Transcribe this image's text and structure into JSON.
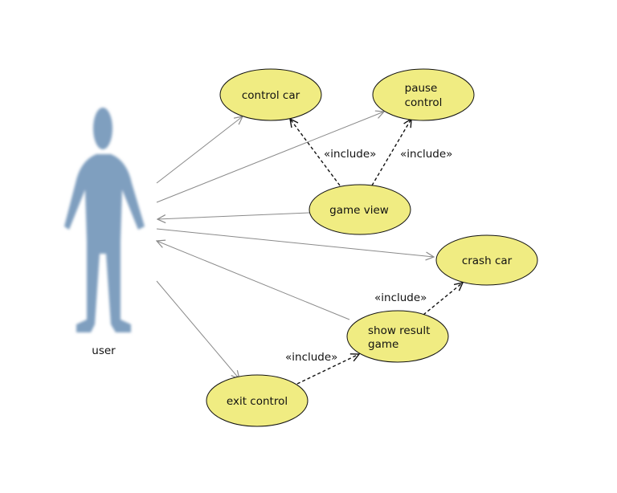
{
  "actor": {
    "label": "user"
  },
  "use_cases": {
    "control_car": {
      "lines": [
        "control car"
      ]
    },
    "pause_control": {
      "lines": [
        "pause",
        "control"
      ]
    },
    "game_view": {
      "lines": [
        "game view"
      ]
    },
    "crash_car": {
      "lines": [
        "crash car"
      ]
    },
    "show_result_game": {
      "lines": [
        "show result",
        "game"
      ]
    },
    "exit_control": {
      "lines": [
        "exit control"
      ]
    }
  },
  "relations": {
    "include_label": "«include»"
  },
  "colors": {
    "use_case_fill": "#f0ec82",
    "use_case_stroke": "#111111",
    "actor_fill": "#7f9fbf",
    "association": "#8a8a8a",
    "dependency": "#111111"
  }
}
